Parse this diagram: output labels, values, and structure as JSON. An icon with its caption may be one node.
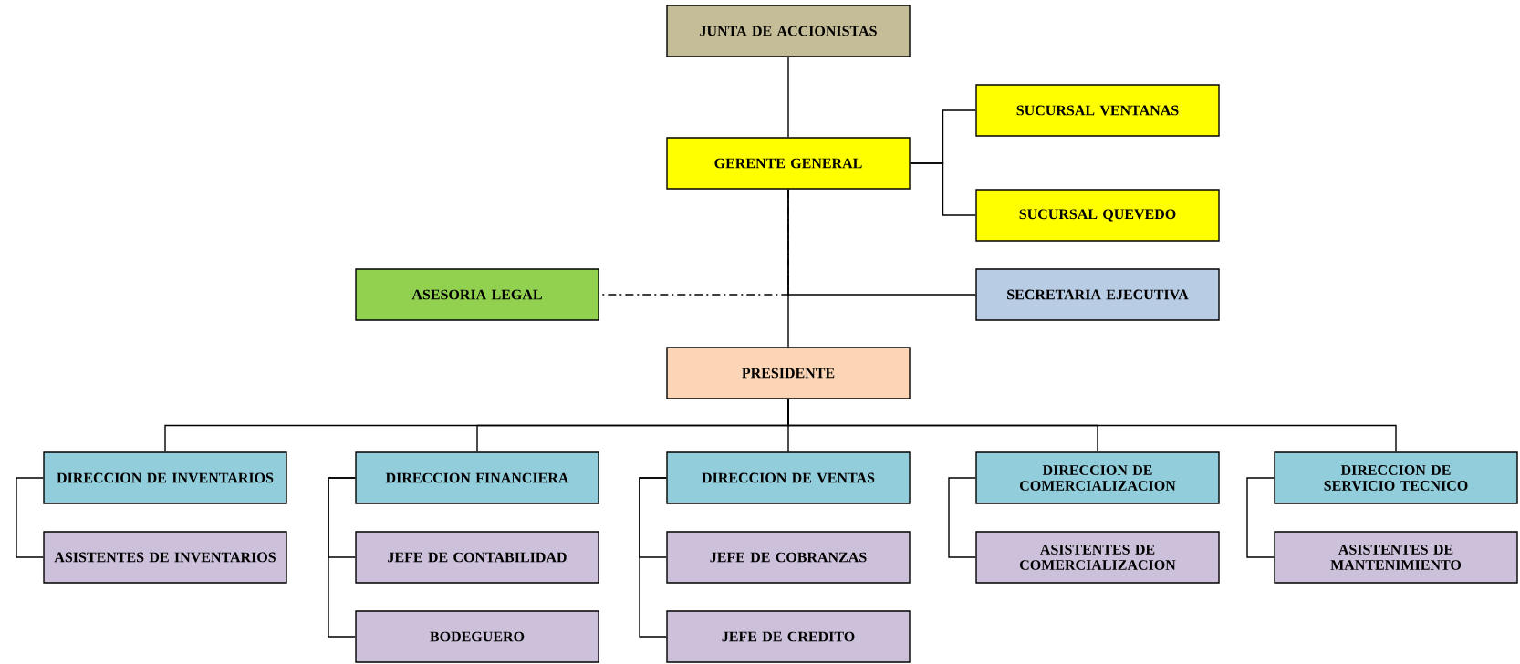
{
  "diagram": {
    "nodes": [
      {
        "text": [
          "JUNTA DE ACCIONISTAS"
        ]
      },
      {
        "text": [
          "GERENTE GENERAL"
        ]
      },
      {
        "text": [
          "SUCURSAL VENTANAS"
        ]
      },
      {
        "text": [
          "SUCURSAL QUEVEDO"
        ]
      },
      {
        "text": [
          "ASESORIA LEGAL"
        ]
      },
      {
        "text": [
          "SECRETARIA EJECUTIVA"
        ]
      },
      {
        "text": [
          "PRESIDENTE"
        ]
      },
      {
        "text": [
          "DIRECCION DE INVENTARIOS"
        ]
      },
      {
        "text": [
          "DIRECCION FINANCIERA"
        ]
      },
      {
        "text": [
          "DIRECCION DE VENTAS"
        ]
      },
      {
        "text": [
          "DIRECCION DE COMERCIALIZACION"
        ]
      },
      {
        "text": [
          "DIRECCION DE SERVICIO TECNICO"
        ]
      },
      {
        "text": [
          "ASISTENTES DE INVENTARIOS"
        ]
      },
      {
        "text": [
          "JEFE DE CONTABILIDAD"
        ]
      },
      {
        "text": [
          "JEFE DE COBRANZAS"
        ]
      },
      {
        "text": [
          "ASISTENTES DE COMERCIALIZACION"
        ]
      },
      {
        "text": [
          "ASISTENTES DE MANTENIMIENTO"
        ]
      },
      {
        "text": [
          "BODEGUERO"
        ]
      },
      {
        "text": [
          "JEFE DE CREDITO"
        ]
      }
    ],
    "edges": [
      {
        "from": 0,
        "to": 1,
        "arrow": "none"
      },
      {
        "from": 1,
        "to": 2,
        "arrow": "none"
      },
      {
        "from": 1,
        "to": 3,
        "arrow": "none"
      },
      {
        "from": 1,
        "to": 4,
        "arrow": "none",
        "style": "dashed"
      },
      {
        "from": 1,
        "to": 5,
        "arrow": "none"
      },
      {
        "from": 1,
        "to": 6,
        "arrow": "none"
      },
      {
        "from": 6,
        "to": 7,
        "arrow": "none"
      },
      {
        "from": 6,
        "to": 8,
        "arrow": "none"
      },
      {
        "from": 6,
        "to": 9,
        "arrow": "none"
      },
      {
        "from": 6,
        "to": 10,
        "arrow": "none"
      },
      {
        "from": 6,
        "to": 11,
        "arrow": "none"
      },
      {
        "from": 7,
        "to": 12,
        "arrow": "none"
      },
      {
        "from": 8,
        "to": 13,
        "arrow": "none"
      },
      {
        "from": 8,
        "to": 17,
        "arrow": "none"
      },
      {
        "from": 9,
        "to": 14,
        "arrow": "none"
      },
      {
        "from": 9,
        "to": 18,
        "arrow": "none"
      },
      {
        "from": 10,
        "to": 15,
        "arrow": "none"
      },
      {
        "from": 11,
        "to": 16,
        "arrow": "none"
      }
    ]
  }
}
